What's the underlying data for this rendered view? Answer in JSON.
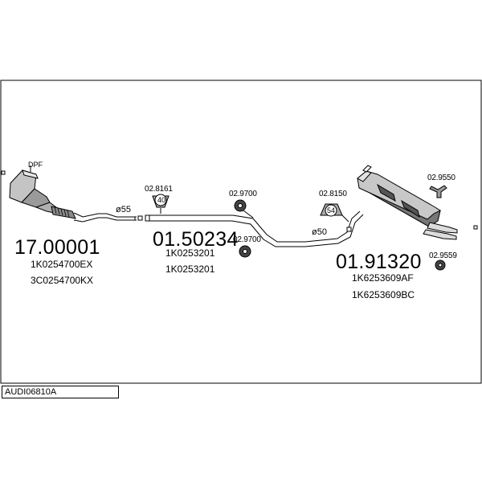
{
  "diagram_title": "AUDI06810A",
  "parts": [
    {
      "number": "17.00001",
      "oem": [
        "1K0254700EX",
        "3C0254700KX"
      ],
      "tag": "DPF"
    },
    {
      "number": "01.50234",
      "oem": [
        "1K0253201",
        "1K0253201"
      ]
    },
    {
      "number": "01.91320",
      "oem": [
        "1K6253609AF",
        "1K6253609BC"
      ]
    }
  ],
  "mounts": [
    {
      "code": "02.8161",
      "badge": "40"
    },
    {
      "code": "02.9700"
    },
    {
      "code": "02.9700"
    },
    {
      "code": "02.8150",
      "badge": "54"
    },
    {
      "code": "02.9550"
    },
    {
      "code": "02.9559"
    }
  ],
  "diameters": [
    "ø55",
    "ø50"
  ],
  "colors": {
    "line": "#000000",
    "component_fill": "#b8b8b8",
    "component_dark": "#555555"
  }
}
